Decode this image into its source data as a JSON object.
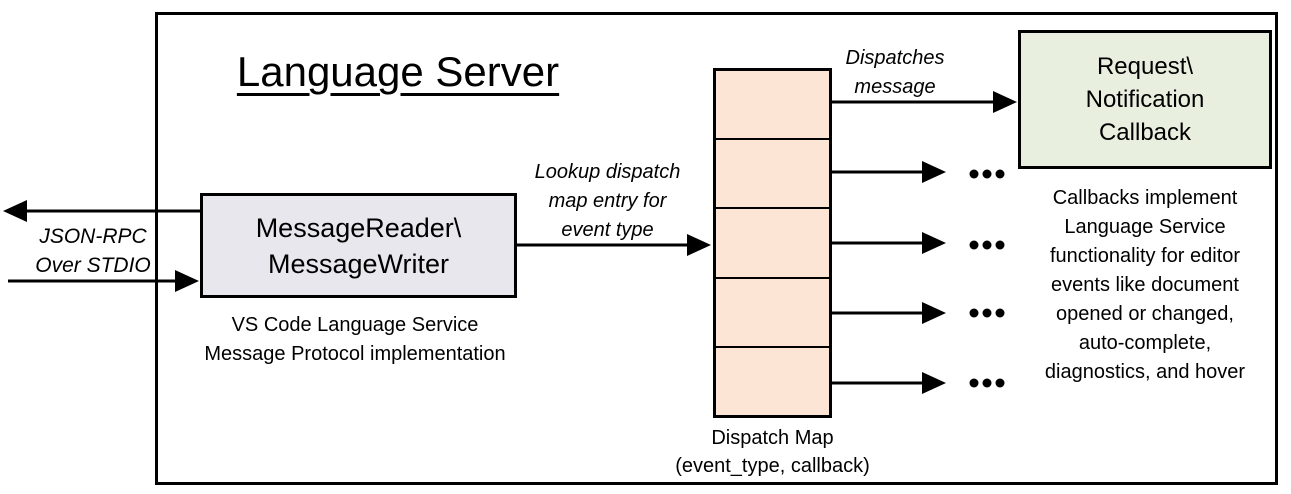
{
  "diagram": {
    "title": "Language Server",
    "left_io": {
      "label_line1": "JSON-RPC",
      "label_line2": "Over STDIO"
    },
    "message_box": {
      "line1": "MessageReader\\",
      "line2": "MessageWriter",
      "fill": "#e9e7ee",
      "caption_line1": "VS Code Language Service",
      "caption_line2": "Message Protocol implementation"
    },
    "lookup_label": {
      "line1": "Lookup dispatch",
      "line2": "map entry for",
      "line3": "event type"
    },
    "dispatch_map": {
      "cell_count": 5,
      "fill": "#fce5d5",
      "caption_line1": "Dispatch Map",
      "caption_line2": "(event_type, callback)"
    },
    "dispatches_label": {
      "line1": "Dispatches",
      "line2": "message"
    },
    "callback_box": {
      "line1": "Request\\",
      "line2": "Notification",
      "line3": "Callback",
      "fill": "#e9efdf"
    },
    "callbacks_note": {
      "lines": [
        "Callbacks implement",
        "Language Service",
        "functionality for editor",
        "events like document",
        "opened or changed,",
        "auto-complete,",
        "diagnostics, and hover"
      ]
    },
    "ellipsis": "..."
  }
}
